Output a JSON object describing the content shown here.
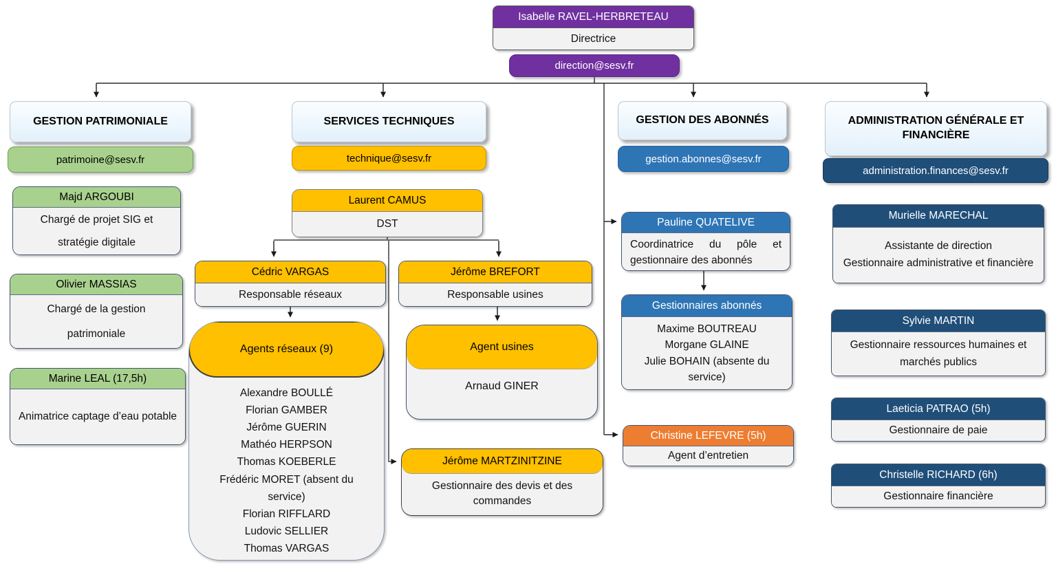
{
  "palette": {
    "direction_purple": "#7030A0",
    "dept_header_blue": "#E8F4FC",
    "patrimoine_green": "#A9D18E",
    "technique_gold": "#FFC000",
    "abonnes_blue": "#2E75B6",
    "administration_navy": "#1F4E79",
    "entretien_orange": "#ED7D31",
    "body_gray": "#F2F2F2"
  },
  "root": {
    "name": "Isabelle RAVEL-HERBRETEAU",
    "role": "Directrice",
    "email": "direction@sesv.fr"
  },
  "departments": [
    {
      "title": "GESTION PATRIMONIALE",
      "email": "patrimoine@sesv.fr",
      "cards": [
        {
          "name": "Majd ARGOUBI",
          "role": "Chargé de projet SIG et stratégie digitale"
        },
        {
          "name": "Olivier MASSIAS",
          "role": "Chargé de la gestion patrimoniale"
        },
        {
          "name": "Marine LEAL (17,5h)",
          "role": "Animatrice captage d’eau potable"
        }
      ]
    },
    {
      "title": "SERVICES TECHNIQUES",
      "email": "technique@sesv.fr",
      "cards": [
        {
          "name": "Laurent CAMUS",
          "role": "DST"
        },
        {
          "name": "Cédric VARGAS",
          "role": "Responsable réseaux"
        },
        {
          "name": "Jérôme BREFORT",
          "role": "Responsable usines"
        },
        {
          "name": "Agents réseaux (9)",
          "members": "Alexandre BOULLÉ\nFlorian GAMBER\nJérôme GUERIN\nMathéo HERPSON\nThomas KOEBERLE\nFrédéric MORET (absent du service)\nFlorian RIFFLARD\nLudovic SELLIER\nThomas VARGAS"
        },
        {
          "name": "Agent usines",
          "members": "Arnaud GINER"
        },
        {
          "name": "Jérôme MARTZINITZINE",
          "role": "Gestionnaire des devis et des commandes"
        }
      ]
    },
    {
      "title": "GESTION DES ABONNÉS",
      "email": "gestion.abonnes@sesv.fr",
      "cards": [
        {
          "name": "Pauline QUATELIVE",
          "role": "Coordinatrice du pôle et gestionnaire des abonnés"
        },
        {
          "name": "Gestionnaires abonnés",
          "members": "Maxime BOUTREAU\nMorgane GLAINE\nJulie BOHAIN (absente du service)"
        },
        {
          "name": "Christine LEFEVRE (5h)",
          "role": "Agent d’entretien"
        }
      ]
    },
    {
      "title": "ADMINISTRATION GÉNÉRALE ET FINANCIÈRE",
      "email": "administration.finances@sesv.fr",
      "cards": [
        {
          "name": "Murielle MARECHAL",
          "role": "Assistante de direction\nGestionnaire administrative et financière"
        },
        {
          "name": "Sylvie MARTIN",
          "role": "Gestionnaire ressources humaines et marchés publics"
        },
        {
          "name": "Laeticia PATRAO (5h)",
          "role": "Gestionnaire de paie"
        },
        {
          "name": "Christelle RICHARD (6h)",
          "role": "Gestionnaire financière"
        }
      ]
    }
  ]
}
